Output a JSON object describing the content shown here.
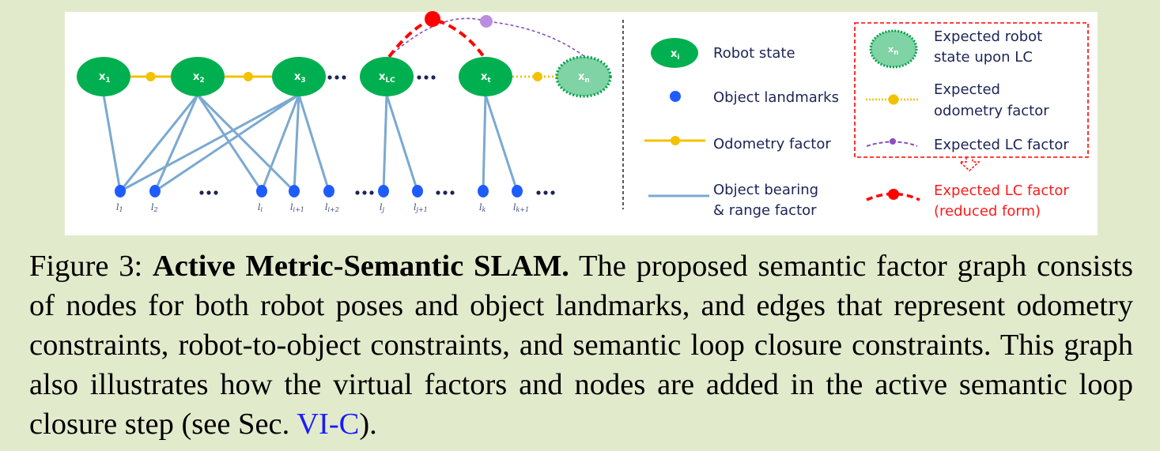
{
  "figure": {
    "robot_nodes": [
      {
        "label": "x",
        "sub": "1",
        "key": "x1"
      },
      {
        "label": "x",
        "sub": "2",
        "key": "x2"
      },
      {
        "label": "x",
        "sub": "3",
        "key": "x3"
      },
      {
        "label": "x",
        "sub": "LC",
        "key": "xLC"
      },
      {
        "label": "x",
        "sub": "t",
        "key": "xt"
      }
    ],
    "expected_node": {
      "label": "x",
      "sub": "n",
      "key": "xn"
    },
    "landmarks": [
      {
        "label": "l",
        "sub": "1",
        "key": "l1"
      },
      {
        "label": "l",
        "sub": "2",
        "key": "l2"
      },
      {
        "label": "l",
        "sub": "i",
        "key": "li"
      },
      {
        "label": "l",
        "sub": "i+1",
        "key": "li1"
      },
      {
        "label": "l",
        "sub": "i+2",
        "key": "li2"
      },
      {
        "label": "l",
        "sub": "j",
        "key": "lj"
      },
      {
        "label": "l",
        "sub": "j+1",
        "key": "lj1"
      },
      {
        "label": "l",
        "sub": "k",
        "key": "lk"
      },
      {
        "label": "l",
        "sub": "k+1",
        "key": "lk1"
      }
    ],
    "bearing_edges": [
      [
        "x1",
        "l1"
      ],
      [
        "x2",
        "l1"
      ],
      [
        "x2",
        "l2"
      ],
      [
        "x2",
        "li"
      ],
      [
        "x2",
        "li1"
      ],
      [
        "x3",
        "l1"
      ],
      [
        "x3",
        "l2"
      ],
      [
        "x3",
        "li"
      ],
      [
        "x3",
        "li1"
      ],
      [
        "x3",
        "li2"
      ],
      [
        "xLC",
        "lj"
      ],
      [
        "xLC",
        "lj1"
      ],
      [
        "xt",
        "lk"
      ],
      [
        "xt",
        "lk1"
      ]
    ],
    "ellipsis": "•••",
    "colors": {
      "robot_state": "#00b050",
      "expected_state_fill": "#7fd3a4",
      "expected_state_border": "#00a04a",
      "landmark": "#1f5cff",
      "odometry": "#f2c200",
      "bearing": "#7ba9d0",
      "expected_lc": "#8a4fc0",
      "expected_lc_node": "#b98ee0",
      "reduced_lc": "#ff0000",
      "legend_text": "#1c2456",
      "caption_ref": "#1a1aff"
    }
  },
  "legend": {
    "robot_state": {
      "symbol_label": "x",
      "symbol_sub": "i",
      "text": "Robot state"
    },
    "object_landmarks": {
      "text": "Object landmarks"
    },
    "odometry_factor": {
      "text": "Odometry factor"
    },
    "bearing_factor": {
      "line1": "Object bearing",
      "line2": "& range factor"
    },
    "expected_state": {
      "symbol_label": "x",
      "symbol_sub": "n",
      "line1": "Expected robot",
      "line2": "state upon LC"
    },
    "expected_odometry": {
      "line1": "Expected",
      "line2": "odometry factor"
    },
    "expected_lc": {
      "text": "Expected LC factor"
    },
    "reduced_lc": {
      "line1": "Expected LC factor",
      "line2": "(reduced form)"
    }
  },
  "caption": {
    "prefix": "Figure 3: ",
    "title": "Active Metric-Semantic SLAM.",
    "body": " The proposed semantic factor graph consists of nodes for both robot poses and object landmarks, and edges that represent odometry constraints, robot-to-object constraints, and semantic loop closure constraints. This graph also illustrates how the virtual factors and nodes are added in the active semantic loop closure step (see Sec. ",
    "ref": "VI-C",
    "suffix": ")."
  }
}
